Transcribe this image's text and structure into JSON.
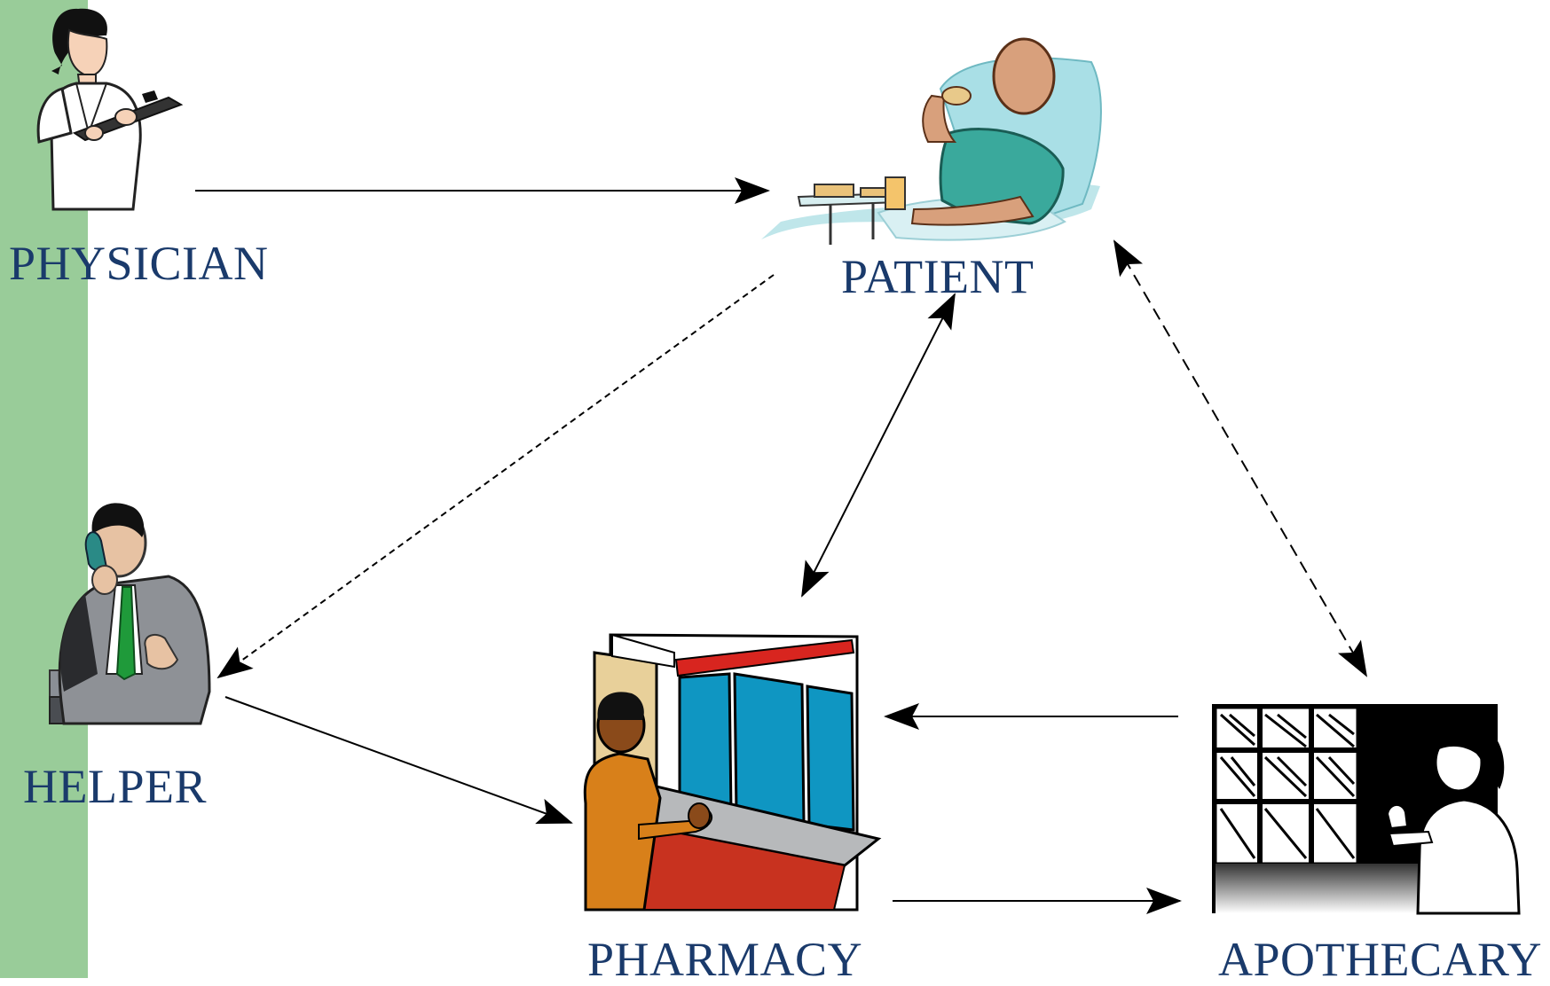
{
  "nodes": {
    "physician": {
      "label": "PHYSICIAN"
    },
    "patient": {
      "label": "PATIENT"
    },
    "helper": {
      "label": "HELPER"
    },
    "pharmacy": {
      "label": "PHARMACY"
    },
    "apothecary": {
      "label": "APOTHECARY"
    }
  },
  "edges": [
    {
      "from": "physician",
      "to": "patient",
      "style": "solid",
      "direction": "forward"
    },
    {
      "from": "patient",
      "to": "helper",
      "style": "dotted",
      "direction": "forward"
    },
    {
      "from": "patient",
      "to": "pharmacy",
      "style": "solid",
      "direction": "both"
    },
    {
      "from": "patient",
      "to": "apothecary",
      "style": "dashed",
      "direction": "both"
    },
    {
      "from": "helper",
      "to": "pharmacy",
      "style": "solid",
      "direction": "forward"
    },
    {
      "from": "apothecary",
      "to": "pharmacy",
      "style": "solid",
      "direction": "forward"
    },
    {
      "from": "pharmacy",
      "to": "apothecary",
      "style": "solid",
      "direction": "forward"
    }
  ],
  "colors": {
    "sidebar": "#99cc99",
    "label": "#1a3a6b",
    "arrow": "#000000"
  }
}
